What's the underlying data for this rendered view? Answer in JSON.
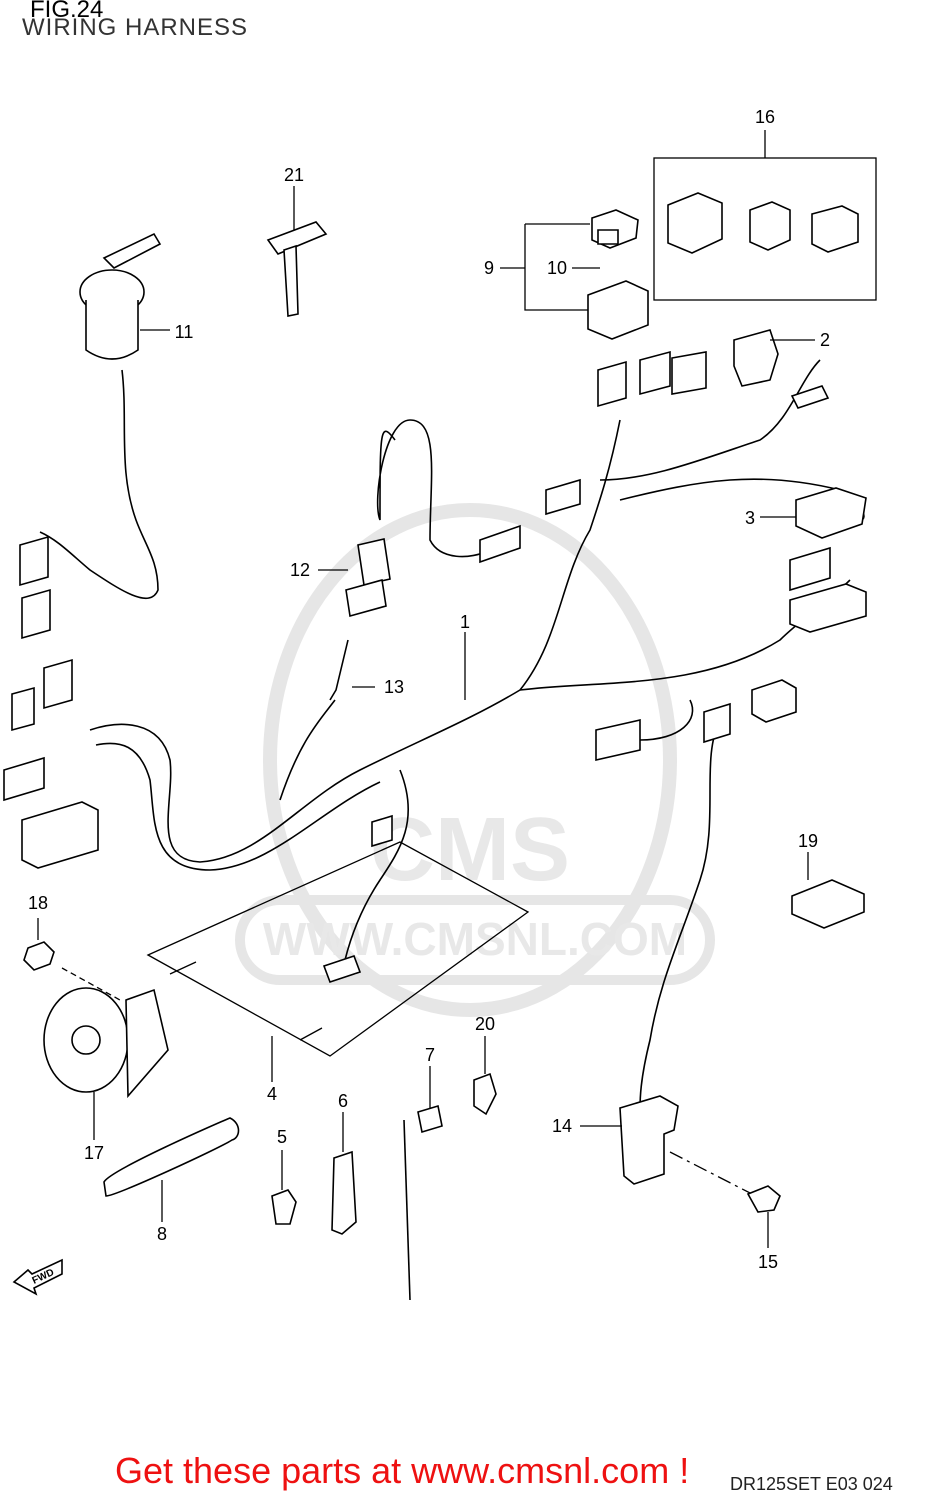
{
  "header": {
    "figure": "FIG.24",
    "title": "WIRING HARNESS"
  },
  "callouts": [
    "1",
    "2",
    "3",
    "4",
    "5",
    "6",
    "7",
    "8",
    "9",
    "10",
    "11",
    "12",
    "13",
    "14",
    "15",
    "16",
    "17",
    "18",
    "19",
    "20",
    "21"
  ],
  "watermark": {
    "brand": "CMS",
    "url": "WWW.CMSNL.COM"
  },
  "footer": {
    "link_text": "Get these parts at www.cmsnl.com !",
    "model_code": "DR125SET E03  024"
  },
  "fwd_label": "FWD",
  "colors": {
    "footer_link": "#ee1111",
    "line_art": "#000000",
    "watermark": "#e6e6e6"
  }
}
